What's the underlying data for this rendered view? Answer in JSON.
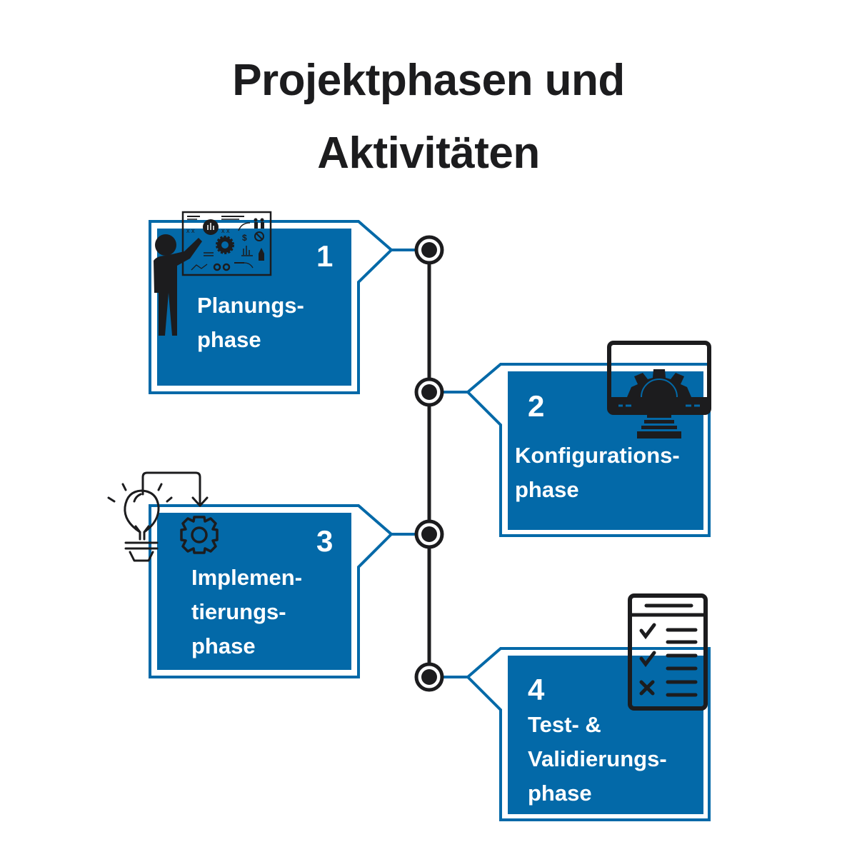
{
  "title": {
    "line1": "Projektphasen und",
    "line2": "Aktivitäten"
  },
  "colors": {
    "box_fill": "#0369a8",
    "box_outline": "#0369a8",
    "timeline": "#1c1c1e",
    "node_fill": "#1c1c1e",
    "icon": "#1c1c1e",
    "text": "#ffffff",
    "title": "#1c1c1e"
  },
  "phases": [
    {
      "number": "1",
      "label_lines": [
        "Planungs-",
        "phase"
      ],
      "icon": "presenter-whiteboard-icon",
      "side": "left"
    },
    {
      "number": "2",
      "label_lines": [
        "Konfigurations-",
        "phase"
      ],
      "icon": "monitor-gear-icon",
      "side": "right"
    },
    {
      "number": "3",
      "label_lines": [
        "Implemen-",
        "tierungs-",
        "phase"
      ],
      "icon": "lightbulb-gear-icon",
      "side": "left"
    },
    {
      "number": "4",
      "label_lines": [
        "Test- &",
        "Validierungs-",
        "phase"
      ],
      "icon": "checklist-icon",
      "side": "right"
    }
  ]
}
